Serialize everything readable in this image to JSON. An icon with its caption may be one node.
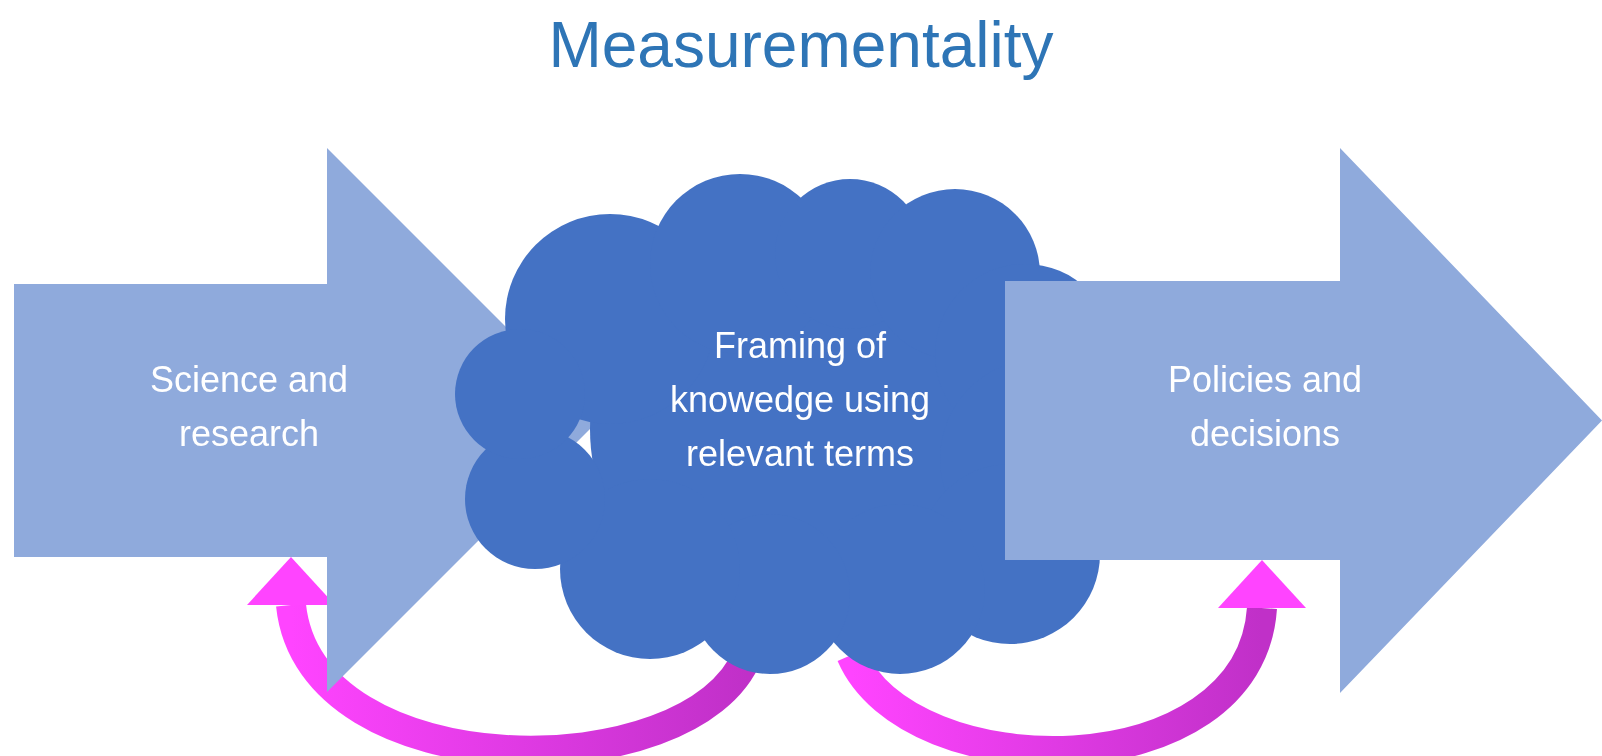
{
  "diagram": {
    "title": "Measurementality",
    "nodes": [
      {
        "text": [
          "Science and research"
        ]
      },
      {
        "text": [
          "Framing of knowedge using relevant terms"
        ]
      },
      {
        "text": [
          "Policies and decisions"
        ]
      }
    ],
    "edges": [
      {
        "from": 1,
        "to": 0,
        "arrow": "to"
      },
      {
        "from": 1,
        "to": 2,
        "arrow": "to"
      }
    ]
  }
}
